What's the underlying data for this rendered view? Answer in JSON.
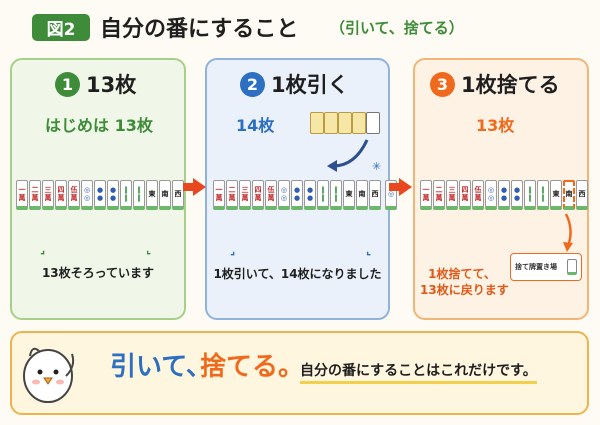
{
  "header": {
    "figure_label": "図2",
    "title": "自分の番にすること",
    "subtitle": "（引いて、捨てる）"
  },
  "steps": [
    {
      "number": "1",
      "heading": "13枚",
      "count_text": "はじめは 13枚",
      "caption_lines": [
        "13枚そろっています"
      ],
      "tiles": [
        {
          "top": "一",
          "bottom": "萬",
          "suit": "man"
        },
        {
          "top": "二",
          "bottom": "萬",
          "suit": "man"
        },
        {
          "top": "三",
          "bottom": "萬",
          "suit": "man"
        },
        {
          "top": "四",
          "bottom": "萬",
          "suit": "man"
        },
        {
          "top": "伍",
          "bottom": "萬",
          "suit": "man"
        },
        {
          "top": "◎",
          "bottom": "◎",
          "suit": "pin"
        },
        {
          "top": "●",
          "bottom": "●",
          "suit": "pin"
        },
        {
          "top": "●",
          "bottom": "●",
          "suit": "pin"
        },
        {
          "top": "‖",
          "bottom": "‖",
          "suit": "sou"
        },
        {
          "top": "‖",
          "bottom": "‖",
          "suit": "sou"
        },
        {
          "top": "東",
          "bottom": "",
          "suit": "honor"
        },
        {
          "top": "南",
          "bottom": "",
          "suit": "honor"
        },
        {
          "top": "西",
          "bottom": "",
          "suit": "honor"
        }
      ]
    },
    {
      "number": "2",
      "heading": "1枚引く",
      "count_text": "14枚",
      "caption_lines": [
        "1枚引いて、14枚になりました"
      ],
      "tiles": [
        {
          "top": "一",
          "bottom": "萬",
          "suit": "man"
        },
        {
          "top": "二",
          "bottom": "萬",
          "suit": "man"
        },
        {
          "top": "三",
          "bottom": "萬",
          "suit": "man"
        },
        {
          "top": "四",
          "bottom": "萬",
          "suit": "man"
        },
        {
          "top": "伍",
          "bottom": "萬",
          "suit": "man"
        },
        {
          "top": "◎",
          "bottom": "◎",
          "suit": "pin"
        },
        {
          "top": "●",
          "bottom": "●",
          "suit": "pin"
        },
        {
          "top": "●",
          "bottom": "●",
          "suit": "pin"
        },
        {
          "top": "‖",
          "bottom": "‖",
          "suit": "sou"
        },
        {
          "top": "‖",
          "bottom": "‖",
          "suit": "sou"
        },
        {
          "top": "東",
          "bottom": "",
          "suit": "honor"
        },
        {
          "top": "南",
          "bottom": "",
          "suit": "honor"
        },
        {
          "top": "西",
          "bottom": "",
          "suit": "honor"
        },
        {
          "top": "◎",
          "bottom": "",
          "suit": "pin",
          "extra": true
        }
      ]
    },
    {
      "number": "3",
      "heading": "1枚捨てる",
      "count_text": "13枚",
      "caption_lines": [
        "1枚捨てて、",
        "13枚に戻ります"
      ],
      "discard_label": "捨て牌置き場",
      "tiles": [
        {
          "top": "一",
          "bottom": "萬",
          "suit": "man"
        },
        {
          "top": "二",
          "bottom": "萬",
          "suit": "man"
        },
        {
          "top": "三",
          "bottom": "萬",
          "suit": "man"
        },
        {
          "top": "四",
          "bottom": "萬",
          "suit": "man"
        },
        {
          "top": "伍",
          "bottom": "萬",
          "suit": "man"
        },
        {
          "top": "◎",
          "bottom": "◎",
          "suit": "pin"
        },
        {
          "top": "●",
          "bottom": "●",
          "suit": "pin"
        },
        {
          "top": "●",
          "bottom": "●",
          "suit": "pin"
        },
        {
          "top": "‖",
          "bottom": "‖",
          "suit": "sou"
        },
        {
          "top": "‖",
          "bottom": "‖",
          "suit": "sou"
        },
        {
          "top": "東",
          "bottom": "",
          "suit": "honor"
        },
        {
          "top": "南",
          "bottom": "",
          "suit": "honor",
          "discard": true
        },
        {
          "top": "西",
          "bottom": "",
          "suit": "honor"
        }
      ]
    }
  ],
  "summary": {
    "part1": "引いて、",
    "part2": "捨てる。",
    "part3": "自分の番にすることはこれだけです。"
  },
  "colors": {
    "green": "#3e8c3a",
    "blue": "#2d6fc0",
    "orange": "#ef6a1c",
    "arrow_red": "#e9471f"
  }
}
